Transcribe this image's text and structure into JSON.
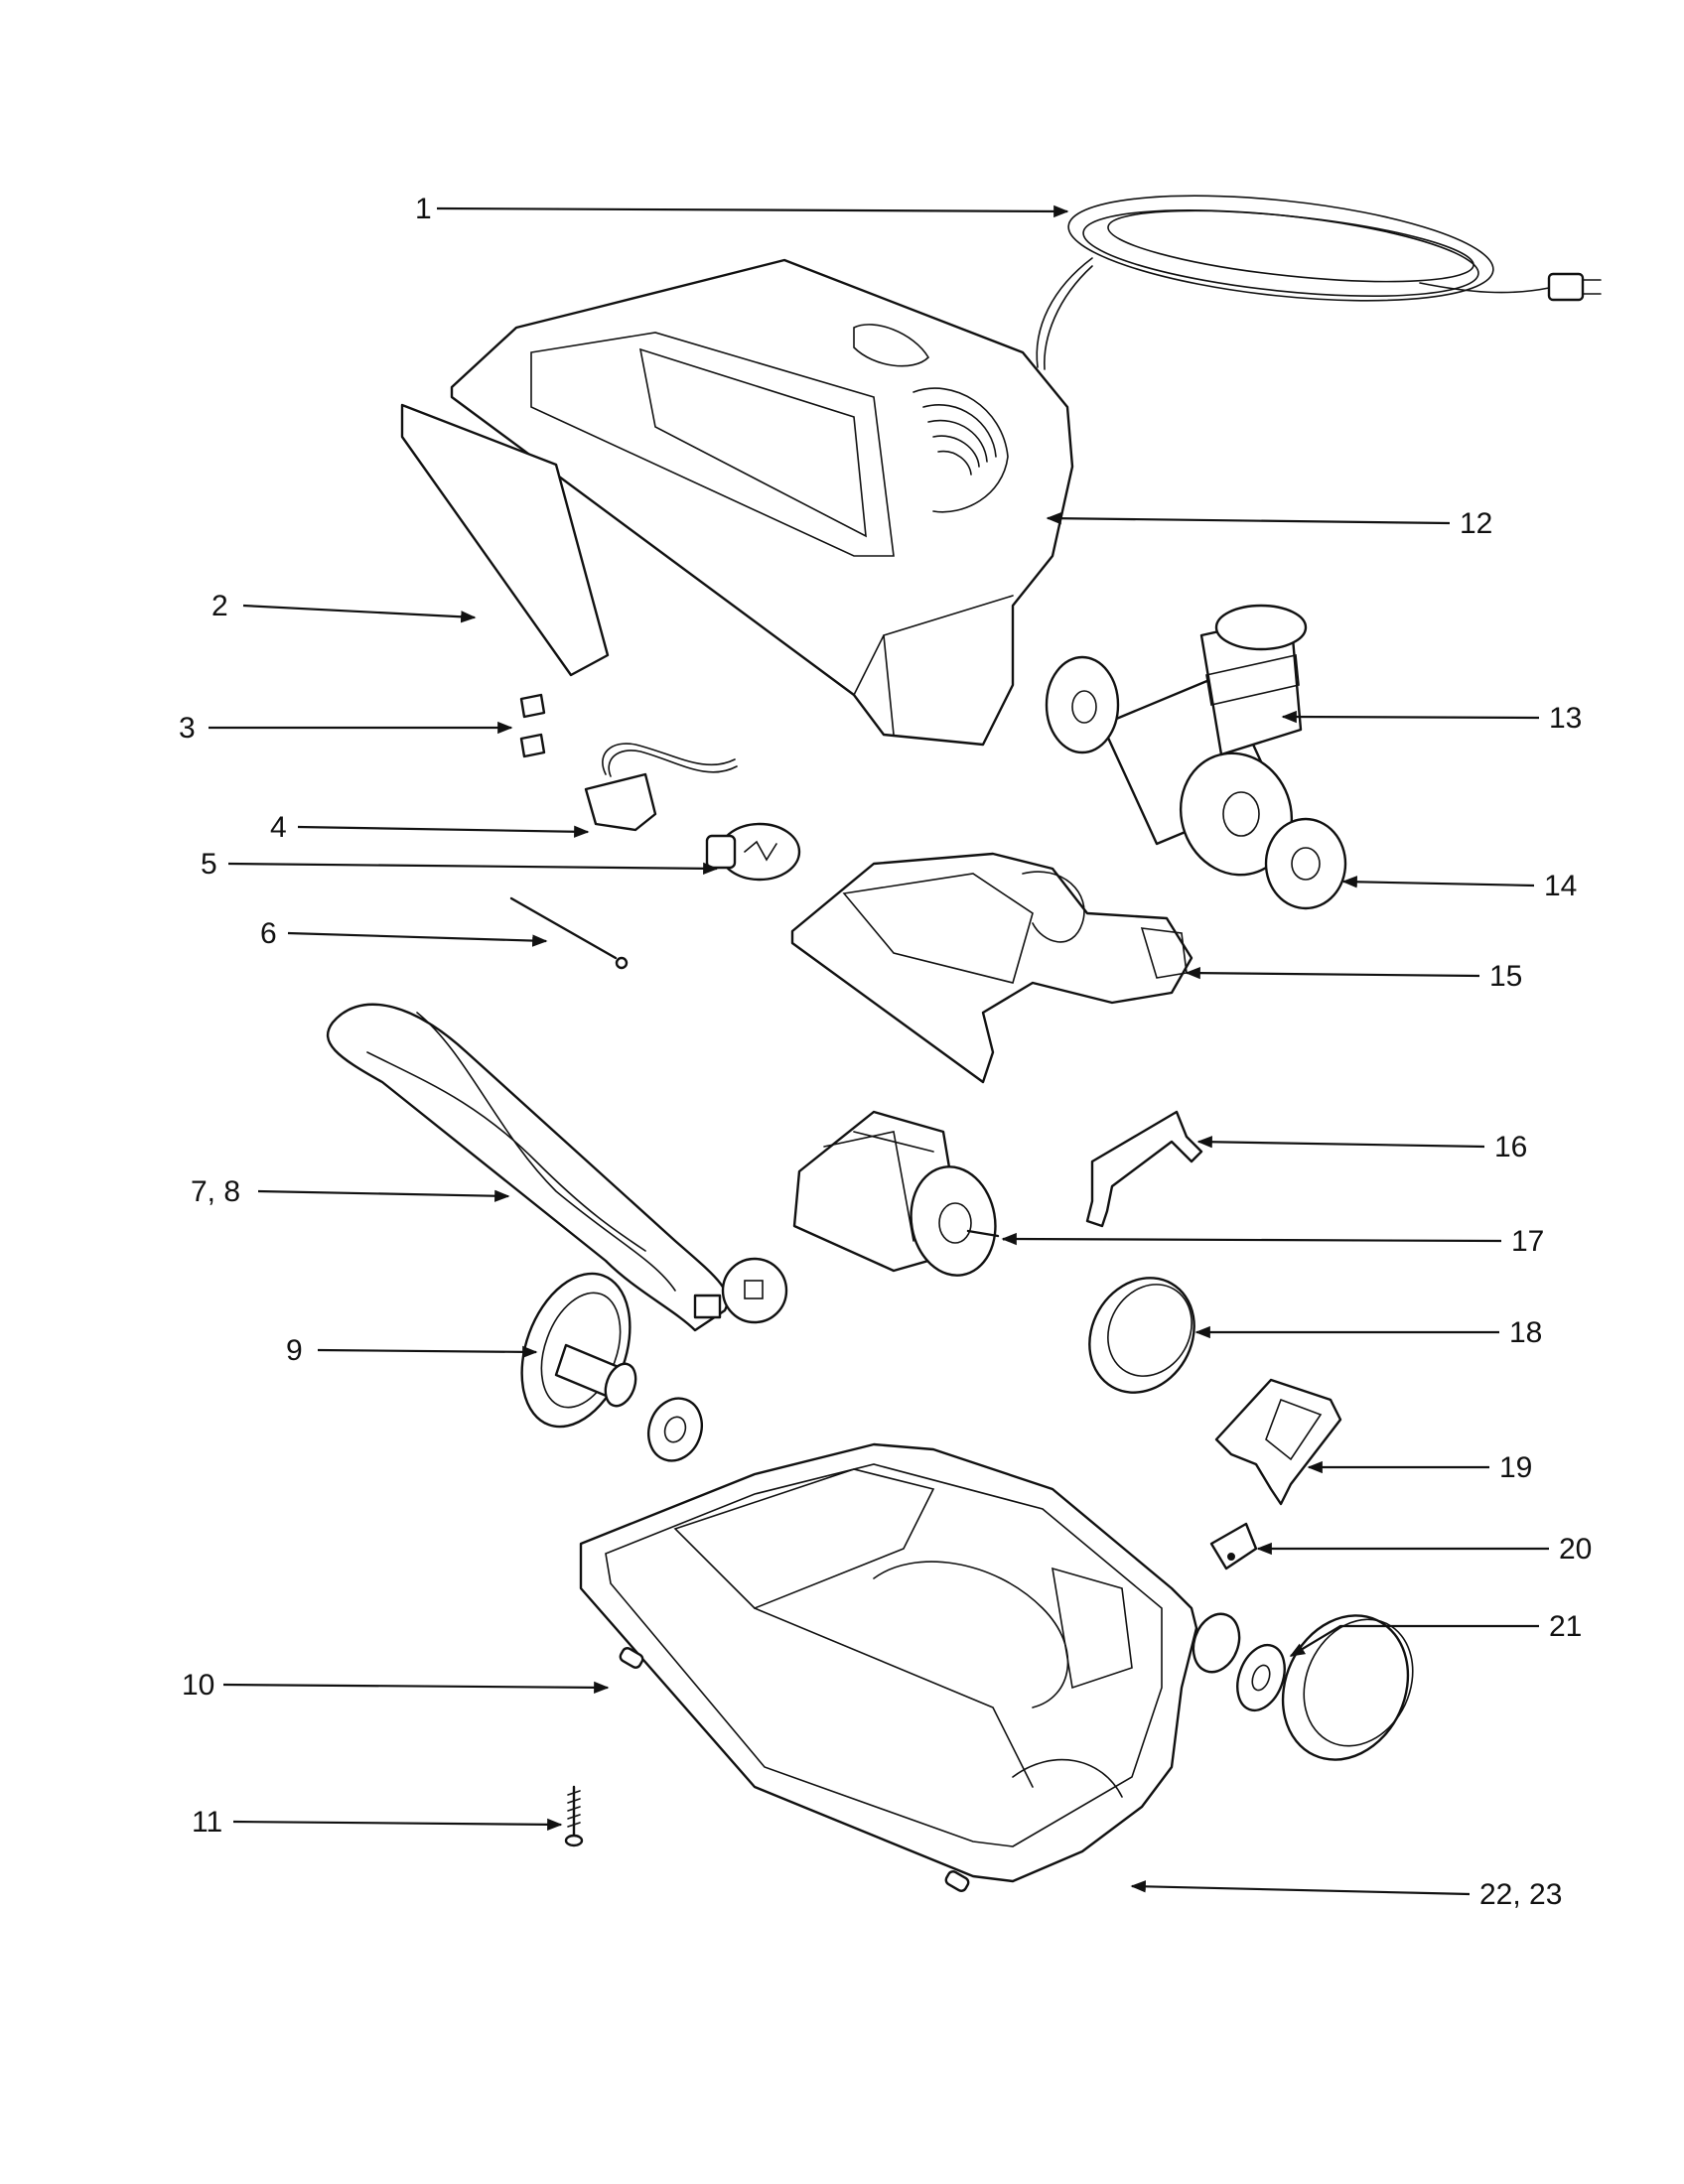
{
  "diagram": {
    "callouts": [
      {
        "id": "c1",
        "label": "1"
      },
      {
        "id": "c2",
        "label": "2"
      },
      {
        "id": "c3",
        "label": "3"
      },
      {
        "id": "c4",
        "label": "4"
      },
      {
        "id": "c5",
        "label": "5"
      },
      {
        "id": "c6",
        "label": "6"
      },
      {
        "id": "c7",
        "label": "7, 8"
      },
      {
        "id": "c9",
        "label": "9"
      },
      {
        "id": "c10",
        "label": "10"
      },
      {
        "id": "c11",
        "label": "11"
      },
      {
        "id": "c12",
        "label": "12"
      },
      {
        "id": "c13",
        "label": "13"
      },
      {
        "id": "c14",
        "label": "14"
      },
      {
        "id": "c15",
        "label": "15"
      },
      {
        "id": "c16",
        "label": "16"
      },
      {
        "id": "c17",
        "label": "17"
      },
      {
        "id": "c18",
        "label": "18"
      },
      {
        "id": "c19",
        "label": "19"
      },
      {
        "id": "c20",
        "label": "20"
      },
      {
        "id": "c21",
        "label": "21"
      },
      {
        "id": "c22",
        "label": "22, 23"
      }
    ]
  }
}
